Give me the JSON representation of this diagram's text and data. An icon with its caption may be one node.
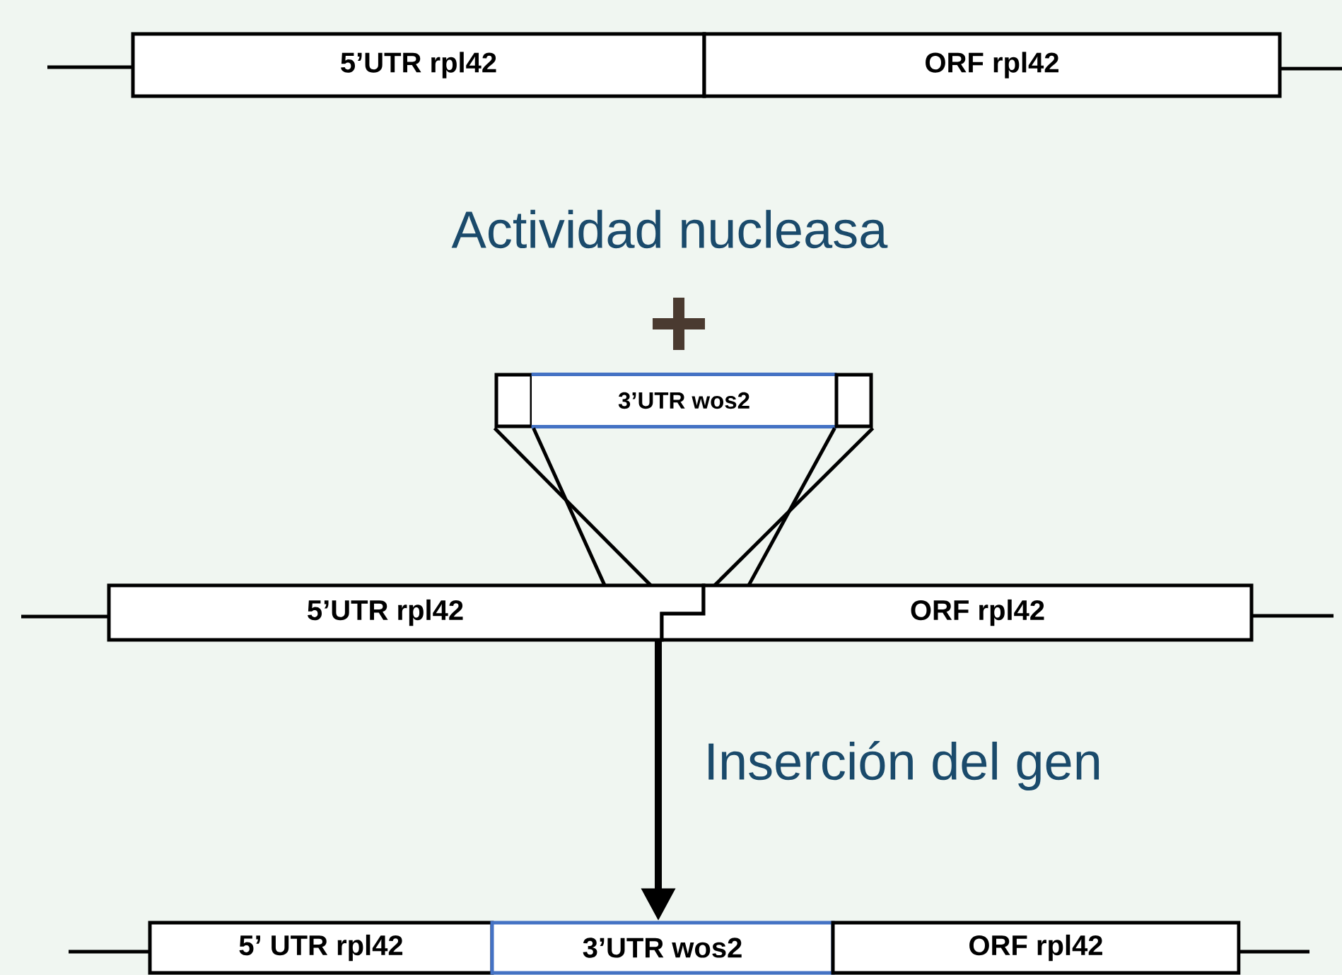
{
  "diagram": {
    "nodes": [
      {
        "text": [
          "5’UTR rpl42"
        ]
      },
      {
        "text": [
          "ORF rpl42"
        ]
      },
      {
        "text": [],
        "shape": "box"
      },
      {
        "text": [
          "3’UTR wos2"
        ]
      },
      {
        "text": [],
        "shape": "box"
      },
      {
        "text": [
          "5’UTR rpl42"
        ]
      },
      {
        "text": [
          "ORF rpl42"
        ]
      },
      {
        "text": [
          "5’ UTR rpl42"
        ]
      },
      {
        "text": [
          "3’UTR wos2"
        ]
      },
      {
        "text": [
          "ORF rpl42"
        ]
      }
    ],
    "edges": [
      {
        "from": 2,
        "to": 5,
        "arrow": "none"
      },
      {
        "from": 2,
        "to": 5,
        "arrow": "none"
      },
      {
        "from": 4,
        "to": 6,
        "arrow": "none"
      },
      {
        "from": 4,
        "to": 6,
        "arrow": "none"
      },
      {
        "from": 5,
        "to": 8,
        "arrow": "to",
        "style": "thick",
        "label": "Inserción del gen"
      }
    ],
    "labels": [
      "Actividad nucleasa"
    ]
  }
}
